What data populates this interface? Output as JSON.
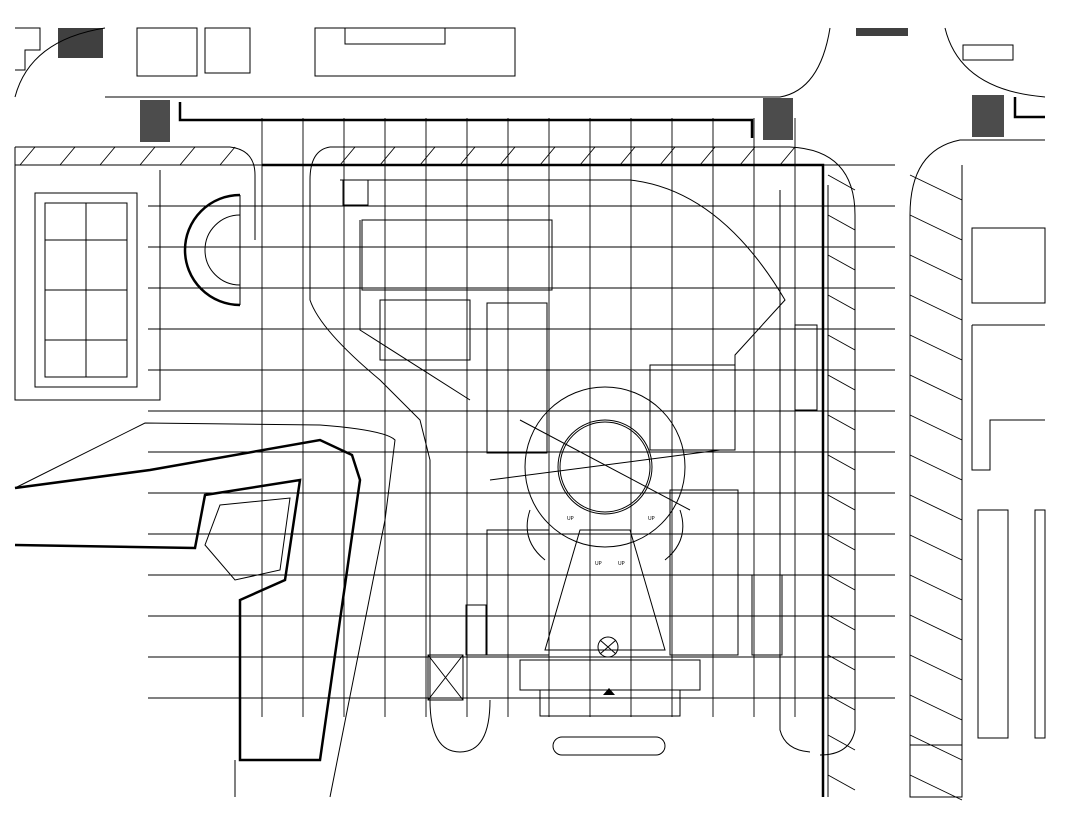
{
  "drawing": {
    "type": "architectural site plan",
    "line_color": "#000000",
    "background": "#ffffff",
    "stair_labels": [
      "UP",
      "UP",
      "UP",
      "UP"
    ]
  }
}
